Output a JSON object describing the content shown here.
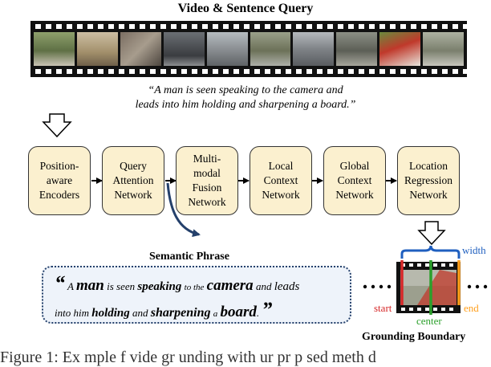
{
  "header": {
    "title": "Video & Sentence Query"
  },
  "query": {
    "line1": "“A man is seen speaking to the camera and",
    "line2": "leads into him holding and sharpening a board.”"
  },
  "pipeline": {
    "boxes": [
      {
        "label": "Position-\naware\nEncoders"
      },
      {
        "label": "Query\nAttention\nNetwork"
      },
      {
        "label": "Multi-\nmodal\nFusion\nNetwork"
      },
      {
        "label": "Local\nContext\nNetwork"
      },
      {
        "label": "Global\nContext\nNetwork"
      },
      {
        "label": "Location\nRegression\nNetwork"
      }
    ]
  },
  "semantic": {
    "title": "Semantic Phrase",
    "open_quote": "“",
    "close_quote": "”",
    "w1": "A",
    "w2": "man",
    "w3": "is seen",
    "w4": "speaking",
    "w5": "to the",
    "w6": "camera",
    "w7": "and",
    "w8": "leads",
    "w9": "into him",
    "w10": "holding",
    "w11": "and",
    "w12": "sharpening",
    "w13": "a",
    "w14": "board",
    "w15": "."
  },
  "grounding": {
    "title": "Grounding Boundary",
    "width_label": "width",
    "start_label": "start",
    "center_label": "center",
    "end_label": "end",
    "colors": {
      "start": "#d62728",
      "center": "#2ca02c",
      "end": "#ff9f1c",
      "width": "#1f5fbf"
    }
  },
  "caption": {
    "text": "Figure 1: Ex  mple  f vide  gr  unding with   ur  pr  p  sed  meth  d"
  }
}
